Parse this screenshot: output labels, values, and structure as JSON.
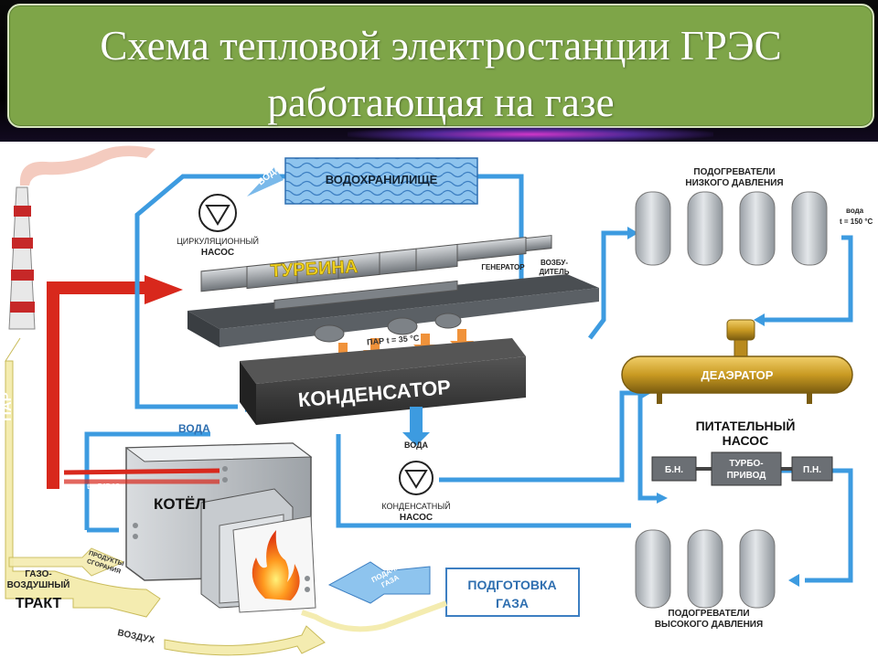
{
  "title": {
    "line1": "Схема тепловой электростанции ГРЭС",
    "line2": "работающая на газе"
  },
  "labels": {
    "reservoir": "ВОДОХРАНИЛИЩЕ",
    "water_top": "ВОДА",
    "circ_pump_1": "ЦИРКУЛЯЦИОННЫЙ",
    "circ_pump_2": "НАСОС",
    "turbine": "ТУРБИНА",
    "generator": "ГЕНЕРАТОР",
    "exciter_1": "ВОЗБУ-",
    "exciter_2": "ДИТЕЛЬ",
    "steam_temp": "ПАР t = 35 °C",
    "condenser": "КОНДЕНСАТОР",
    "steam_vertical": "ПАР",
    "water_mid": "ВОДА",
    "water_cond": "ВОДА",
    "boiler_temp": "t = 545 °C",
    "boiler": "КОТЁЛ",
    "cond_pump_1": "КОНДЕНСАТНЫЙ",
    "cond_pump_2": "НАСОС",
    "lp_heaters_1": "ПОДОГРЕВАТЕЛИ",
    "lp_heaters_2": "НИЗКОГО ДАВЛЕНИЯ",
    "water_150_1": "вода",
    "water_150_2": "t = 150 °C",
    "deaerator": "ДЕАЭРАТОР",
    "feed_pump_1": "ПИТАТЕЛЬНЫЙ",
    "feed_pump_2": "НАСОС",
    "bn": "Б.Н.",
    "turbo_1": "ТУРБО-",
    "turbo_2": "ПРИВОД",
    "pn": "П.Н.",
    "hp_heaters_1": "ПОДОГРЕВАТЕЛИ",
    "hp_heaters_2": "ВЫСОКОГО ДАВЛЕНИЯ",
    "gas_prep_1": "ПОДГОТОВКА",
    "gas_prep_2": "ГАЗА",
    "gas_supply_1": "ПОДАЧА",
    "gas_supply_2": "ГАЗА",
    "gas_air_1": "ГАЗО-",
    "gas_air_2": "ВОЗДУШНЫЙ",
    "gas_air_3": "ТРАКТ",
    "combustion_1": "ПРОДУКТЫ",
    "combustion_2": "СГОРАНИЯ",
    "air": "ВОЗДУХ"
  },
  "colors": {
    "title_bg": "#7ea548",
    "water_pipe": "#3d9be0",
    "steam_pipe": "#d8281c",
    "condenser_body": "#3a3a3a",
    "deaerator_body": "#c99a22",
    "heater_body": "#c4c8cc",
    "air_path": "#f4ecb0",
    "reservoir_fill": "#8ec4ee"
  }
}
